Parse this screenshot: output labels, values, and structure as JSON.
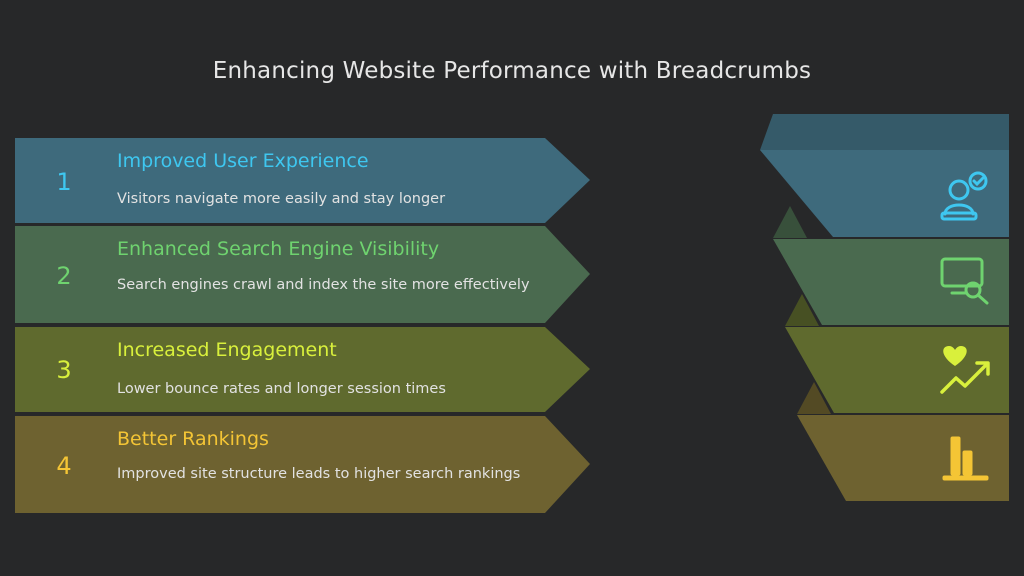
{
  "title": "Enhancing Website Performance with Breadcrumbs",
  "items": [
    {
      "number": "1",
      "heading": "Improved User Experience",
      "description": "Visitors navigate more easily and stay longer",
      "color": "#3e6a7c",
      "accent": "#3ec7f0",
      "icon": "user-support-icon"
    },
    {
      "number": "2",
      "heading": "Enhanced Search Engine Visibility",
      "description": "Search engines crawl and index the site more effectively",
      "color": "#4a6a4f",
      "accent": "#6fd36f",
      "icon": "screen-search-icon"
    },
    {
      "number": "3",
      "heading": "Increased Engagement",
      "description": "Lower bounce rates and longer session times",
      "color": "#5f6a2e",
      "accent": "#d9f03c",
      "icon": "heart-trend-icon"
    },
    {
      "number": "4",
      "heading": "Better Rankings",
      "description": "Improved site structure leads to higher search rankings",
      "color": "#6e6230",
      "accent": "#f4c535",
      "icon": "bar-chart-icon"
    }
  ]
}
